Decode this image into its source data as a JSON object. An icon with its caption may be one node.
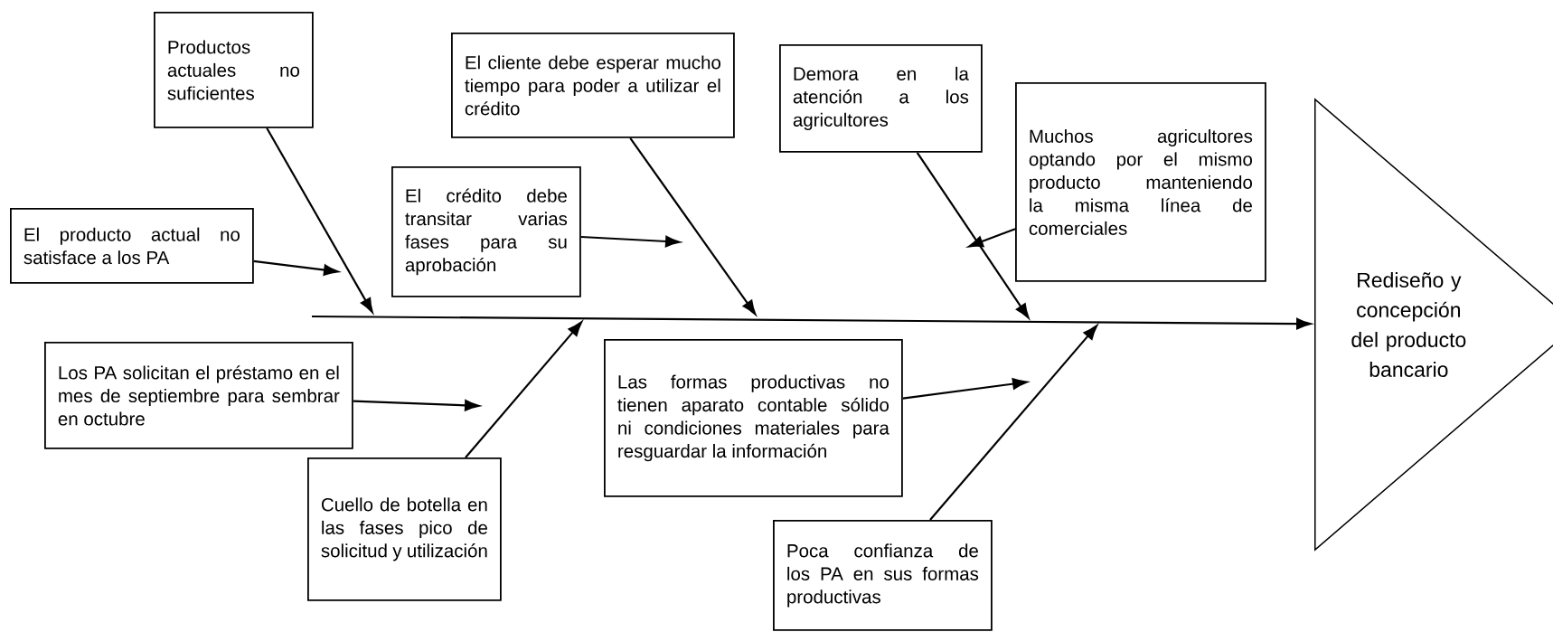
{
  "diagram": {
    "nodes": [
      {
        "text": [
          "Productos actuales no suficientes"
        ]
      },
      {
        "text": [
          "El producto actual no satisface a los PA"
        ]
      },
      {
        "text": [
          "El crédito debe transitar varias fases para su aprobación"
        ]
      },
      {
        "text": [
          "El cliente debe esperar mucho tiempo para poder a utilizar el crédito"
        ]
      },
      {
        "text": [
          "Demora en la atención a los agricultores"
        ]
      },
      {
        "text": [
          "Muchos agricultores optando por el mismo producto manteniendo la misma línea de comerciales"
        ]
      },
      {
        "text": [
          "Rediseño y concepción del producto bancario"
        ]
      },
      {
        "text": [
          "Los PA solicitan el préstamo en el mes de septiembre para sembrar en octubre"
        ]
      },
      {
        "text": [
          "Cuello de botella en las fases pico de solicitud y utilización"
        ]
      },
      {
        "text": [
          "Las formas productivas no tienen aparato contable sólido ni condiciones materiales para resguardar la información"
        ]
      },
      {
        "text": [
          "Poca confianza de los PA en sus formas productivas"
        ]
      }
    ],
    "edges": [
      {
        "from": null,
        "to": 6,
        "arrow": "to"
      },
      {
        "from": 0,
        "to": null,
        "arrow": "to"
      },
      {
        "from": 1,
        "to": null,
        "arrow": "to"
      },
      {
        "from": 2,
        "to": null,
        "arrow": "to"
      },
      {
        "from": 3,
        "to": null,
        "arrow": "to"
      },
      {
        "from": 4,
        "to": null,
        "arrow": "to"
      },
      {
        "from": 5,
        "to": null,
        "arrow": "to"
      },
      {
        "from": 7,
        "to": null,
        "arrow": "to"
      },
      {
        "from": 8,
        "to": null,
        "arrow": "to"
      },
      {
        "from": 9,
        "to": null,
        "arrow": "to"
      },
      {
        "from": 10,
        "to": null,
        "arrow": "to"
      }
    ]
  }
}
